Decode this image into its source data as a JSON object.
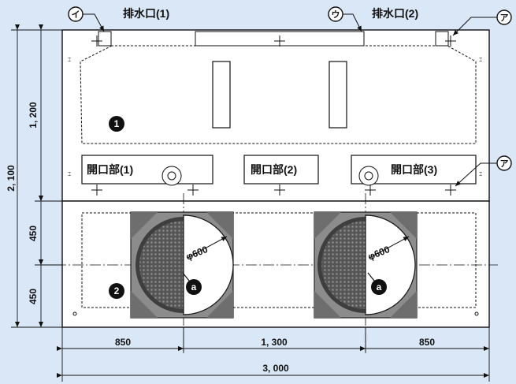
{
  "labels": {
    "drain1": "排水口(1)",
    "drain2": "排水口(2)",
    "opening1": "開口部(1)",
    "opening2": "開口部(2)",
    "opening3": "開口部(3)",
    "callout_i": "イ",
    "callout_u": "ウ",
    "callout_a_top": "ア",
    "callout_a_mid": "ア",
    "part1": "1",
    "part2": "2",
    "manhole_left_dia": "φ600",
    "manhole_right_dia": "φ600",
    "manhole_left_tag": "a",
    "manhole_right_tag": "a"
  },
  "dimensions": {
    "total_height": "2, 100",
    "upper_height": "1, 200",
    "lower_h1": "450",
    "lower_h2": "450",
    "bottom_left": "850",
    "bottom_mid": "1, 300",
    "bottom_right": "850",
    "total_width": "3, 000"
  },
  "colors": {
    "background": "#d9e7f7",
    "panel": "#ffffff",
    "line": "#111111",
    "manhole_frame": "#7a7a7a",
    "manhole_cover": "#4a4a4a"
  }
}
